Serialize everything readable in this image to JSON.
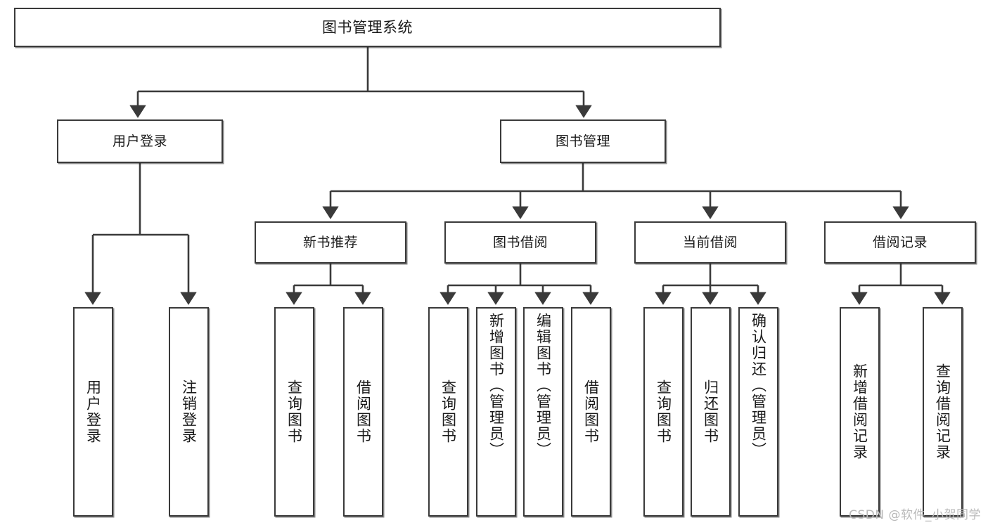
{
  "diagram": {
    "title": "图书管理系统",
    "type": "功能结构图",
    "watermark": "CSDN @软件_小贺同学",
    "line_color": "#3a3a3a",
    "box_fill": "#ffffff",
    "text_color": "#1a1a1a",
    "watermark_color": "#b9b9b9"
  },
  "root": {
    "label": "图书管理系统"
  },
  "level2": [
    {
      "label": "用户登录"
    },
    {
      "label": "图书管理"
    }
  ],
  "level3": [
    {
      "label": "新书推荐"
    },
    {
      "label": "图书借阅"
    },
    {
      "label": "当前借阅"
    },
    {
      "label": "借阅记录"
    }
  ],
  "leaves": {
    "user_login": [
      {
        "label": "用户登录"
      },
      {
        "label": "注销登录"
      }
    ],
    "new_book": [
      {
        "label": "查询图书"
      },
      {
        "label": "借阅图书"
      }
    ],
    "book_borrow": [
      {
        "label": "查询图书"
      },
      {
        "label": "新增图书（管理员）"
      },
      {
        "label": "编辑图书（管理员）"
      },
      {
        "label": "借阅图书"
      }
    ],
    "current_borrow": [
      {
        "label": "查询图书"
      },
      {
        "label": "归还图书"
      },
      {
        "label": "确认归还（管理员）"
      }
    ],
    "borrow_record": [
      {
        "label": "新增借阅记录"
      },
      {
        "label": "查询借阅记录"
      }
    ]
  }
}
